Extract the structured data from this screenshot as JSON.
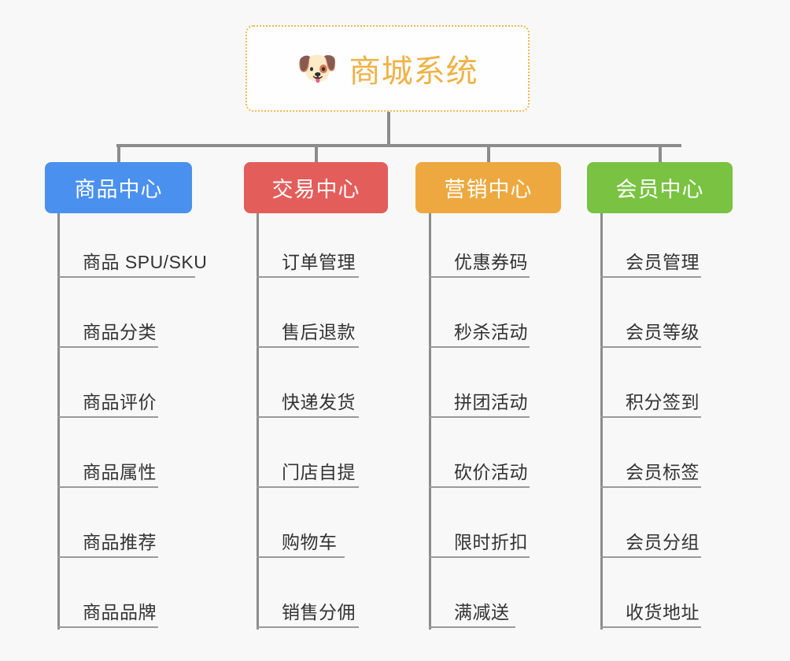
{
  "page": {
    "background_color": "#f8f8f8",
    "line_color": "#8c8c8c"
  },
  "root": {
    "icon": "🐶",
    "icon_name": "shiba-dog-face-icon",
    "title": "商城系统",
    "text_color": "#efb247",
    "border_color": "#f0b852",
    "background_color": "#fefefe"
  },
  "categories": [
    {
      "label": "商品中心",
      "color": "#4a90ee",
      "items": [
        "商品 SPU/SKU",
        "商品分类",
        "商品评价",
        "商品属性",
        "商品推荐",
        "商品品牌"
      ]
    },
    {
      "label": "交易中心",
      "color": "#e35d5b",
      "items": [
        "订单管理",
        "售后退款",
        "快递发货",
        "门店自提",
        "购物车",
        "销售分佣"
      ]
    },
    {
      "label": "营销中心",
      "color": "#eda93f",
      "items": [
        "优惠券码",
        "秒杀活动",
        "拼团活动",
        "砍价活动",
        "限时折扣",
        "满减送"
      ]
    },
    {
      "label": "会员中心",
      "color": "#79c council",
      "items": [
        "会员管理",
        "会员等级",
        "积分签到",
        "会员标签",
        "会员分组",
        "收货地址"
      ]
    }
  ]
}
